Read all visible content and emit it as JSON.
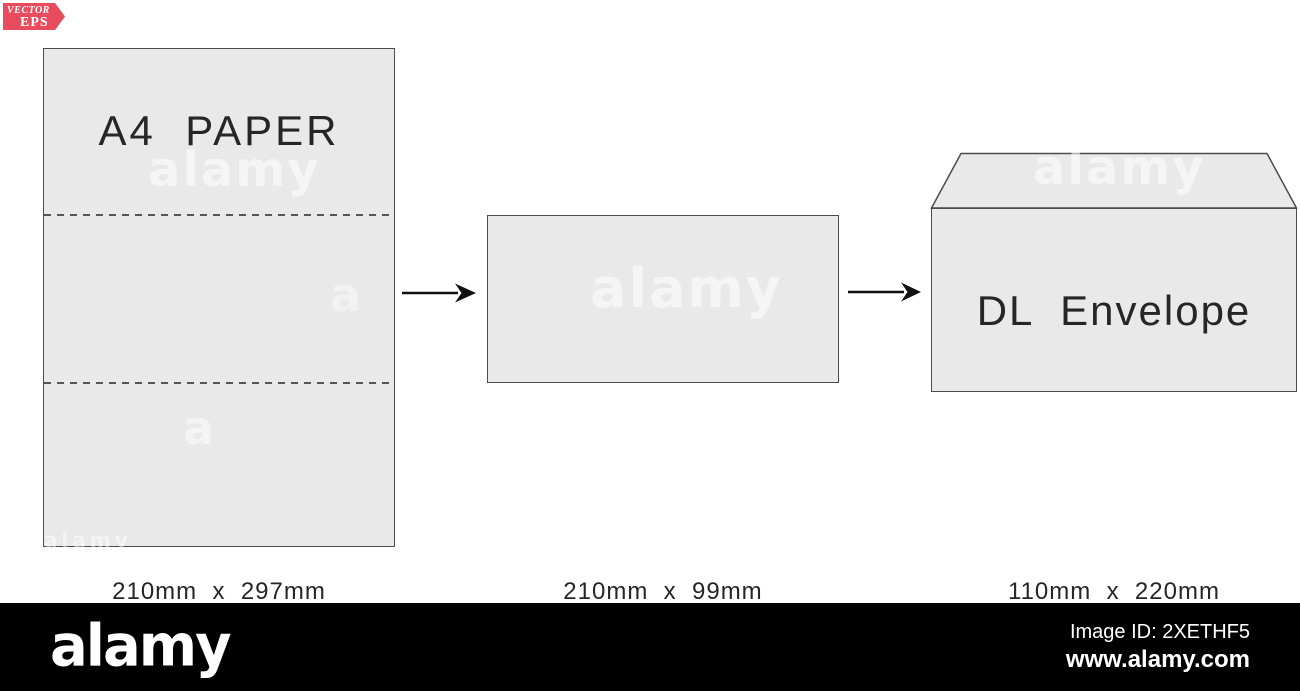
{
  "badge": {
    "line1": "VECTOR",
    "line2": "EPS"
  },
  "diagram": {
    "a4": {
      "label": "A4  PAPER",
      "dimensions": "210mm  x  297mm"
    },
    "folded": {
      "dimensions": "210mm  x  99mm"
    },
    "envelope": {
      "label": "DL  Envelope",
      "dimensions": "110mm  x  220mm"
    }
  },
  "icons": {
    "arrow_right": "right-arrow"
  },
  "colors": {
    "badge_red": "#e84c5c",
    "shape_fill": "#e9e9e9",
    "shape_border": "#4c4c4c",
    "diagram_text": "#262626",
    "footer_bg": "#000000",
    "footer_text": "#ffffff"
  },
  "watermarks": {
    "full": "alamy",
    "partial": "a"
  },
  "footer": {
    "logo": "alamy",
    "image_id": "Image ID: 2XETHF5",
    "url": "www.alamy.com"
  }
}
